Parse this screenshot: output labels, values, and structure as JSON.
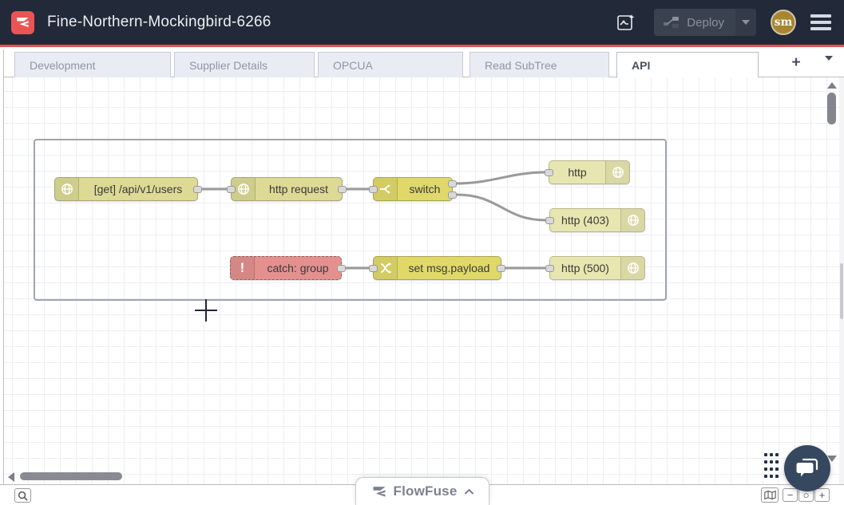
{
  "header": {
    "title": "Fine-Northern-Mockingbird-6266",
    "deploy_label": "Deploy",
    "avatar_initials": "sm",
    "colors": {
      "header_bg": "#222938",
      "accent_red": "#e4514f",
      "avatar_gold": "#a8852f"
    }
  },
  "tabs": {
    "items": [
      {
        "label": "Development",
        "active": false
      },
      {
        "label": "Supplier Details",
        "active": false
      },
      {
        "label": "OPCUA",
        "active": false
      },
      {
        "label": "Read SubTree",
        "active": false
      },
      {
        "label": "API",
        "active": true
      }
    ],
    "add_label": "+"
  },
  "flow": {
    "nodes": [
      {
        "type": "http in",
        "label": "[get] /api/v1/users",
        "color": "#dcda94"
      },
      {
        "type": "http request",
        "label": "http request",
        "color": "#dcda94"
      },
      {
        "type": "switch",
        "label": "switch",
        "color": "#e0d96a"
      },
      {
        "type": "http response",
        "label": "http",
        "color": "#e7e6b0"
      },
      {
        "type": "http response",
        "label": "http (403)",
        "color": "#e7e6b0"
      },
      {
        "type": "catch",
        "label": "catch: group",
        "color": "#e3908f"
      },
      {
        "type": "change",
        "label": "set msg.payload",
        "color": "#e0d96a"
      },
      {
        "type": "http response",
        "label": "http (500)",
        "color": "#e7e6b0"
      }
    ],
    "wire_color": "#999999"
  },
  "footer": {
    "zoom_out_label": "−",
    "zoom_reset_label": "○",
    "zoom_in_label": "+",
    "flowfuse_label": "FlowFuse"
  },
  "chat": {
    "bg": "#364760"
  }
}
